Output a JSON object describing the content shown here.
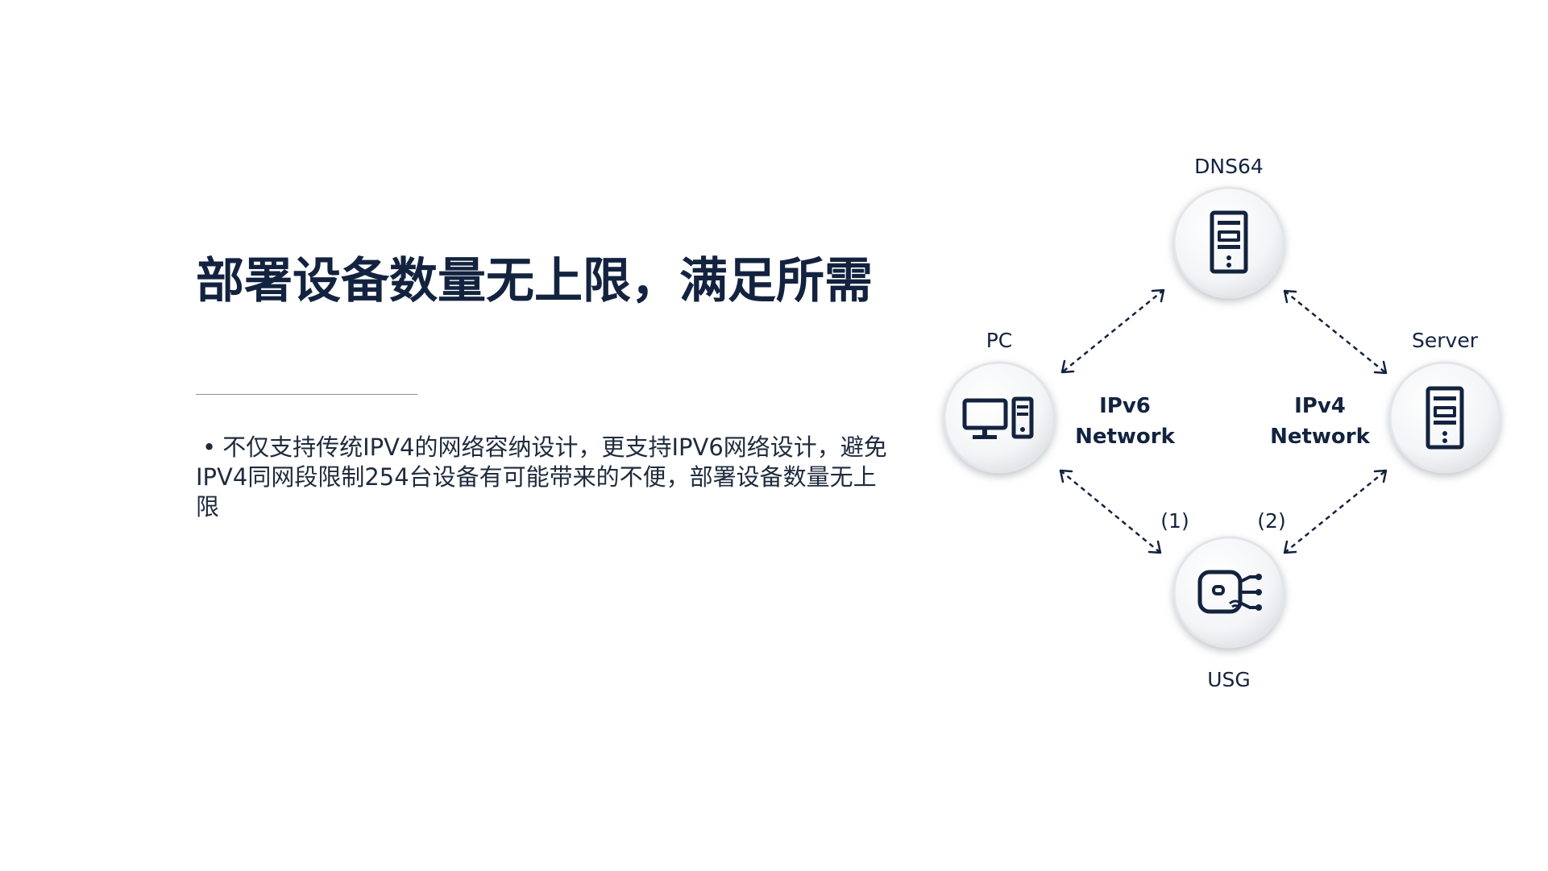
{
  "headline": "部署设备数量无上限，满足所需",
  "bullet_symbol": "•",
  "body_text": "不仅支持传统IPV4的网络容纳设计，更支持IPV6网络设计，避免IPV4同网段限制254台设备有可能带来的不便，部署设备数量无上限",
  "diagram": {
    "nodes": {
      "dns": {
        "label": "DNS64",
        "icon": "server-icon"
      },
      "pc": {
        "label": "PC",
        "icon": "desktop-computer-icon"
      },
      "server": {
        "label": "Server",
        "icon": "server-icon"
      },
      "usg": {
        "label": "USG",
        "icon": "firewall-gateway-icon"
      }
    },
    "networks": {
      "ipv6": {
        "line1": "IPv6",
        "line2": "Network"
      },
      "ipv4": {
        "line1": "IPv4",
        "line2": "Network"
      }
    },
    "links": {
      "pc_usg": {
        "label": "(1)"
      },
      "usg_server": {
        "label": "(2)"
      }
    },
    "colors": {
      "primary": "#13233f",
      "node_fill": "#ffffff",
      "node_shadow": "#c9ccd1"
    }
  }
}
